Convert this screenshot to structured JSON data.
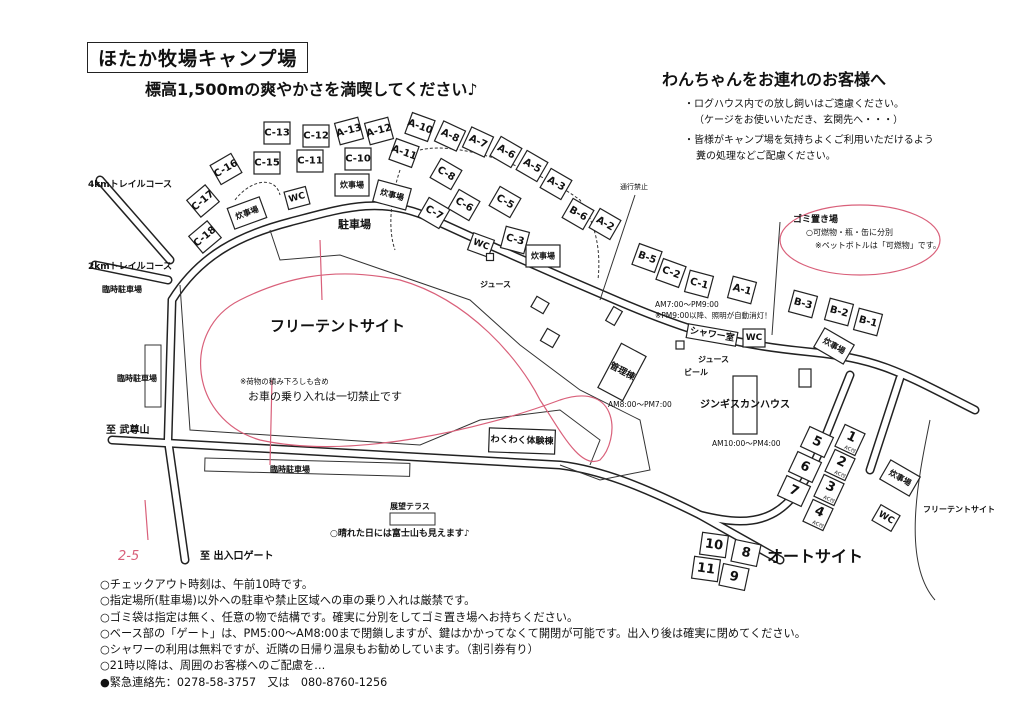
{
  "header": {
    "title": "ほたか牧場キャンプ場",
    "subtitle": "標高1,500mの爽やかさを満喫してください♪"
  },
  "dog_notice": {
    "heading": "わんちゃんをお連れのお客様へ",
    "lines": [
      "・ログハウス内での放し飼いはご遠慮ください。",
      "（ケージをお使いいただき、玄関先へ・・・）",
      "・皆様がキャンプ場を気持ちよくご利用いただけるよう",
      "糞の処理などご配慮ください。"
    ]
  },
  "sites": [
    "C-13",
    "C-12",
    "A-13",
    "A-12",
    "A-10",
    "A-8",
    "A-7",
    "A-6",
    "A-5",
    "A-3",
    "C-16",
    "C-15",
    "C-11",
    "C-10",
    "A-11",
    "C-8",
    "C-17",
    "C-7",
    "C-6",
    "C-5",
    "C-18",
    "B-6",
    "A-2",
    "C-3",
    "B-5",
    "C-2",
    "C-1",
    "A-1",
    "B-3",
    "B-2",
    "B-1"
  ],
  "facilities": {
    "kitchen": "炊事場",
    "wc": "WC",
    "shower": "シャワー室",
    "office": "管理棟",
    "jingisukan": "ジンギスカンハウス",
    "wakuwaku": "わくわく体験棟",
    "terrace": "展望テラス"
  },
  "auto_sites": {
    "label": "オートサイト",
    "numbers": [
      "1",
      "2",
      "3",
      "4",
      "5",
      "6",
      "7",
      "8",
      "9",
      "10",
      "11"
    ],
    "ac_label": "AC付"
  },
  "map_labels": {
    "trail_4km": "4kmトレイルコース",
    "trail_2km": "2kmトレイルコース",
    "temp_parking": "臨時駐車場",
    "to_hotaka": "至 武尊山",
    "to_gate": "至 出入口ゲート",
    "parking": "駐車場",
    "juice": "ジュース",
    "beer": "ビール",
    "no_entry": "通行禁止",
    "free_tent": "フリーテントサイト",
    "car_note_small": "※荷物の積み下ろしも含め",
    "car_note": "お車の乗り入れは一切禁止です",
    "fuji": "○晴れた日には富士山も見えます♪",
    "shower_hours": "AM7:00〜PM9:00",
    "light_note": "※PM9:00以降、照明が自動消灯！",
    "office_hours": "AM8:00〜PM7:00",
    "jingisukan_hours": "AM10:00〜PM4:00",
    "garbage_title": "ゴミ置き場",
    "garbage_line1": "○可燃物・瓶・缶に分別",
    "garbage_line2": "※ペットボトルは「可燃物」です。",
    "handwritten": "2-5"
  },
  "rules": [
    "○チェックアウト時刻は、午前10時です。",
    "○指定場所(駐車場)以外への駐車や禁止区域への車の乗り入れは厳禁です。",
    "○ゴミ袋は指定は無く、任意の物で結構です。確実に分別をしてゴミ置き場へお持ちください。",
    "○ベース部の「ゲート」は、PM5:00〜AM8:00まで閉鎖しますが、鍵はかかってなくて開閉が可能です。出入り後は確実に閉めてください。",
    "○シャワーの利用は無料ですが、近隣の日帰り温泉もお勧めしています。（割引券有り）",
    "○21時以降は、周囲のお客様へのご配慮を…",
    "●緊急連絡先：0278-58-3757　又は　080-8760-1256"
  ],
  "colors": {
    "ink": "#111111",
    "red_pen": "#d9607a"
  }
}
